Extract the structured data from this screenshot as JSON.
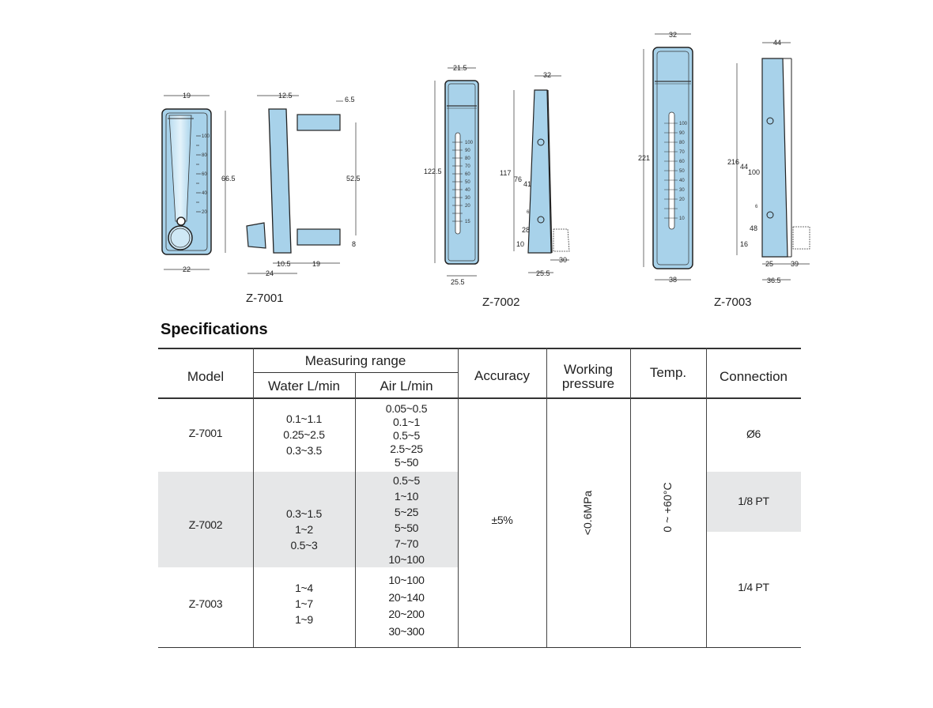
{
  "drawings": {
    "z7001": {
      "label": "Z-7001",
      "dims": [
        "19",
        "66.5",
        "22",
        "12.5",
        "6.5",
        "52.5",
        "8",
        "10.5",
        "19",
        "24"
      ],
      "scale": [
        "100",
        "80",
        "60",
        "40",
        "20"
      ]
    },
    "z7002": {
      "label": "Z-7002",
      "dims": [
        "21.5",
        "122.5",
        "25.5",
        "32",
        "117",
        "76",
        "41",
        "28",
        "10",
        "30",
        "25.5",
        "6"
      ],
      "scale": [
        "100",
        "90",
        "80",
        "70",
        "60",
        "50",
        "40",
        "30",
        "20",
        "15"
      ]
    },
    "z7003": {
      "label": "Z-7003",
      "dims": [
        "32",
        "221",
        "38",
        "44",
        "216",
        "44",
        "100",
        "48",
        "16",
        "25",
        "39",
        "36.5",
        "6"
      ],
      "scale": [
        "100",
        "90",
        "80",
        "70",
        "60",
        "50",
        "40",
        "30",
        "20",
        "10"
      ]
    }
  },
  "specs": {
    "title": "Specifications",
    "headers": {
      "model": "Model",
      "measuring_range": "Measuring range",
      "water": "Water L/min",
      "air": "Air L/min",
      "accuracy": "Accuracy",
      "working_pressure_1": "Working",
      "working_pressure_2": "pressure",
      "temp": "Temp.",
      "connection": "Connection"
    },
    "rows": [
      {
        "model": "Z-7001",
        "water": [
          "0.1~1.1",
          "0.25~2.5",
          "0.3~3.5"
        ],
        "air": [
          "0.05~0.5",
          "0.1~1",
          "0.5~5",
          "2.5~25",
          "5~50"
        ],
        "connection": "Ø6"
      },
      {
        "model": "Z-7002",
        "water": [
          "0.3~1.5",
          "1~2",
          "0.5~3"
        ],
        "air": [
          "0.5~5",
          "1~10",
          "5~25",
          "5~50",
          "7~70",
          "10~100"
        ],
        "connection": "1/8 PT"
      },
      {
        "model": "Z-7003",
        "water": [
          "1~4",
          "1~7",
          "1~9"
        ],
        "air": [
          "10~100",
          "20~140",
          "20~200",
          "30~300"
        ],
        "connection": "1/4 PT"
      }
    ],
    "accuracy": "±5%",
    "working_pressure": "<0.6MPa",
    "temp": "0 ~ +60°C"
  }
}
